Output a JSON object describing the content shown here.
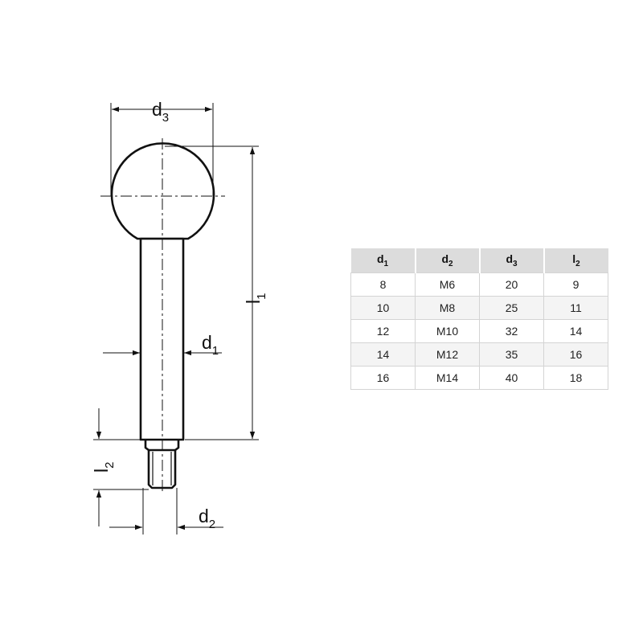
{
  "labels": {
    "d3": {
      "main": "d",
      "sub": "3"
    },
    "l1": {
      "main": "l",
      "sub": "1"
    },
    "d1": {
      "main": "d",
      "sub": "1"
    },
    "l2": {
      "main": "l",
      "sub": "2"
    },
    "d2": {
      "main": "d",
      "sub": "2"
    }
  },
  "table": {
    "headers": [
      {
        "main": "d",
        "sub": "1"
      },
      {
        "main": "d",
        "sub": "2"
      },
      {
        "main": "d",
        "sub": "3"
      },
      {
        "main": "l",
        "sub": "2"
      }
    ],
    "rows": [
      [
        "8",
        "M6",
        "20",
        "9"
      ],
      [
        "10",
        "M8",
        "25",
        "11"
      ],
      [
        "12",
        "M10",
        "32",
        "14"
      ],
      [
        "14",
        "M12",
        "35",
        "16"
      ],
      [
        "16",
        "M14",
        "40",
        "18"
      ]
    ]
  }
}
